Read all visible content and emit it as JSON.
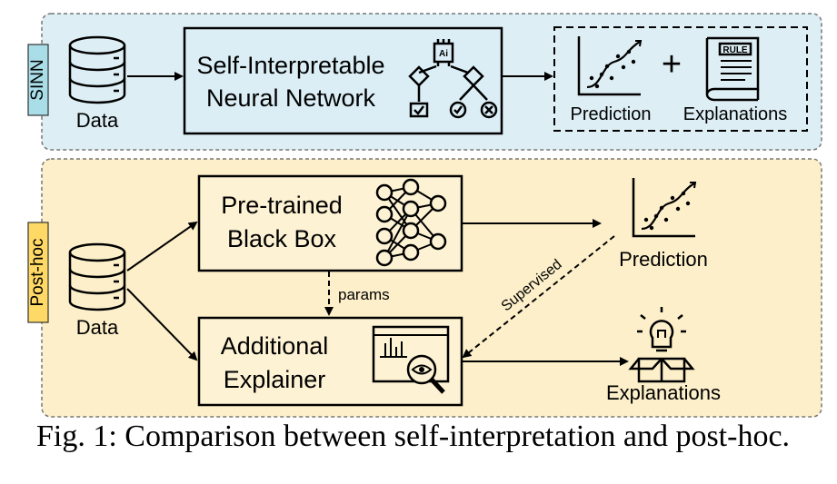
{
  "panels": {
    "sinn": {
      "tag": "SINN",
      "data_label": "Data",
      "model_line1": "Self-Interpretable",
      "model_line2": "Neural Network",
      "prediction_label": "Prediction",
      "plus": "+",
      "explanations_label": "Explanations",
      "rule_text": "RULE",
      "chip_text": "Ai"
    },
    "posthoc": {
      "tag": "Post-hoc",
      "data_label": "Data",
      "blackbox_line1": "Pre-trained",
      "blackbox_line2": "Black Box",
      "params_label": "params",
      "explainer_line1": "Additional",
      "explainer_line2": "Explainer",
      "supervised_label": "Supervised",
      "prediction_label": "Prediction",
      "explanations_label": "Explanations"
    }
  },
  "caption": "Fig. 1: Comparison between self-interpretation and post-hoc.",
  "colors": {
    "sinn_bg": "#ddeef4",
    "sinn_box": "#dbeef6",
    "sinn_tag": "#a9dde8",
    "posthoc_bg": "#fcefc9",
    "posthoc_box": "#fdf2d3",
    "posthoc_tag": "#ffd966"
  }
}
